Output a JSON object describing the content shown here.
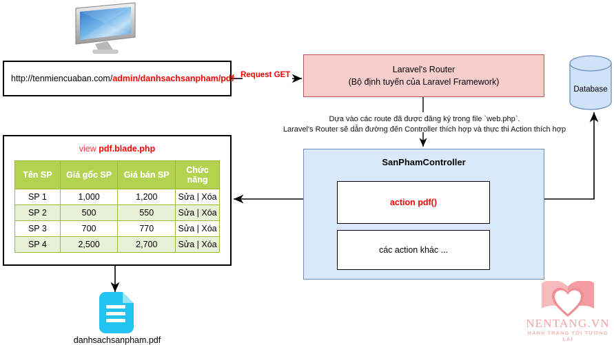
{
  "diagram": {
    "title": "Laravel PDF export flow",
    "url_box": {
      "prefix": "http://tenmiencuaban.com/",
      "highlight": "admin/danhsachsanpham/pdf"
    },
    "request_label": "Request GET",
    "router": {
      "line1": "Laravel's Router",
      "line2": "(Bộ định tuyến của Laravel Framework)"
    },
    "route_note": {
      "line1": "Dựa vào các route đã được đăng ký trong file `web.php`.",
      "line2": "Laravel's Router sẽ dẫn đường đến Controller thích hợp và thực thi Action thích hợp"
    },
    "controller": {
      "title": "SanPhamController",
      "action_pdf": "action pdf()",
      "action_other": "các action khác ..."
    },
    "database": {
      "label": "Database"
    },
    "view": {
      "title_prefix": "view ",
      "title_file": "pdf.blade.php",
      "table": {
        "headers": [
          "Tên SP",
          "Giá gốc SP",
          "Giá bán SP",
          "Chức năng"
        ],
        "rows": [
          [
            "SP 1",
            "1,000",
            "1,200",
            "Sửa | Xóa"
          ],
          [
            "SP 2",
            "500",
            "550",
            "Sửa | Xóa"
          ],
          [
            "SP 3",
            "700",
            "770",
            "Sửa | Xóa"
          ],
          [
            "SP 4",
            "2,500",
            "2,700",
            "Sửa | Xóa"
          ]
        ]
      }
    },
    "pdf_file": {
      "label": "danhsachsanpham.pdf"
    },
    "logo": {
      "name": "NENTANG.VN",
      "tagline": "HÀNH TRANG TỚI TƯƠNG LAI"
    },
    "colors": {
      "router_fill": "#f8cecc",
      "router_stroke": "#b85450",
      "controller_fill": "#dae8fc",
      "controller_stroke": "#6c8ebf",
      "table_header": "#b2d250",
      "table_alt_row": "#eaf0d8",
      "accent_red": "#ff0000",
      "pdf_icon": "#23c3f1",
      "logo_pink": "#f5a0a0"
    }
  }
}
